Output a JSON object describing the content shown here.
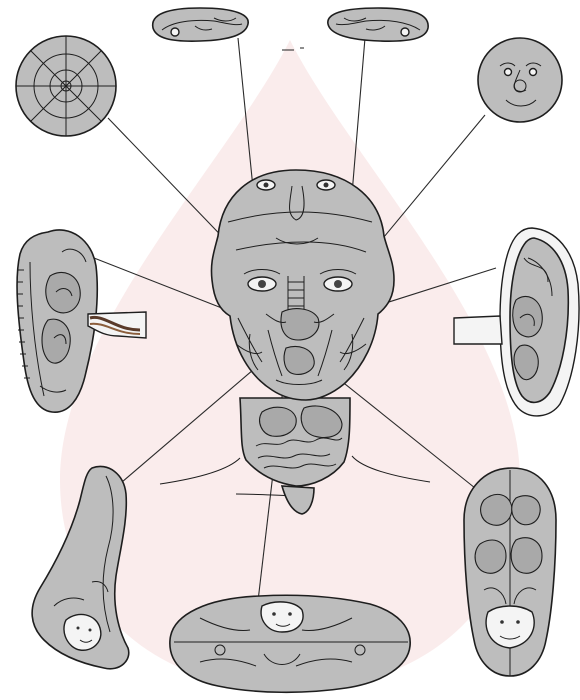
{
  "diagram": {
    "figures": [
      {
        "name": "head-with-organ-projection",
        "icon": "head-organ-map-icon"
      },
      {
        "name": "iris-chart",
        "icon": "iris-chart-icon"
      },
      {
        "name": "round-face",
        "icon": "round-face-icon"
      },
      {
        "name": "left-nasal-septum-fetus",
        "icon": "fetus-septum-icon"
      },
      {
        "name": "right-nasal-septum-fetus",
        "icon": "fetus-septum-icon"
      },
      {
        "name": "left-ear-somatotopy",
        "icon": "ear-map-icon"
      },
      {
        "name": "right-ear-somatotopy",
        "icon": "ear-map-icon"
      },
      {
        "name": "nose-fetus-figure",
        "icon": "nose-fetus-icon"
      },
      {
        "name": "tongue-organ-map",
        "icon": "tongue-map-icon"
      },
      {
        "name": "mouth-fetus-figure",
        "icon": "mouth-fetus-icon"
      }
    ],
    "colors": {
      "fill": "#bdbdbd",
      "organ": "#a9a9a9",
      "ink": "#1e1e1e",
      "background_tint": "#f8e6e6"
    }
  }
}
